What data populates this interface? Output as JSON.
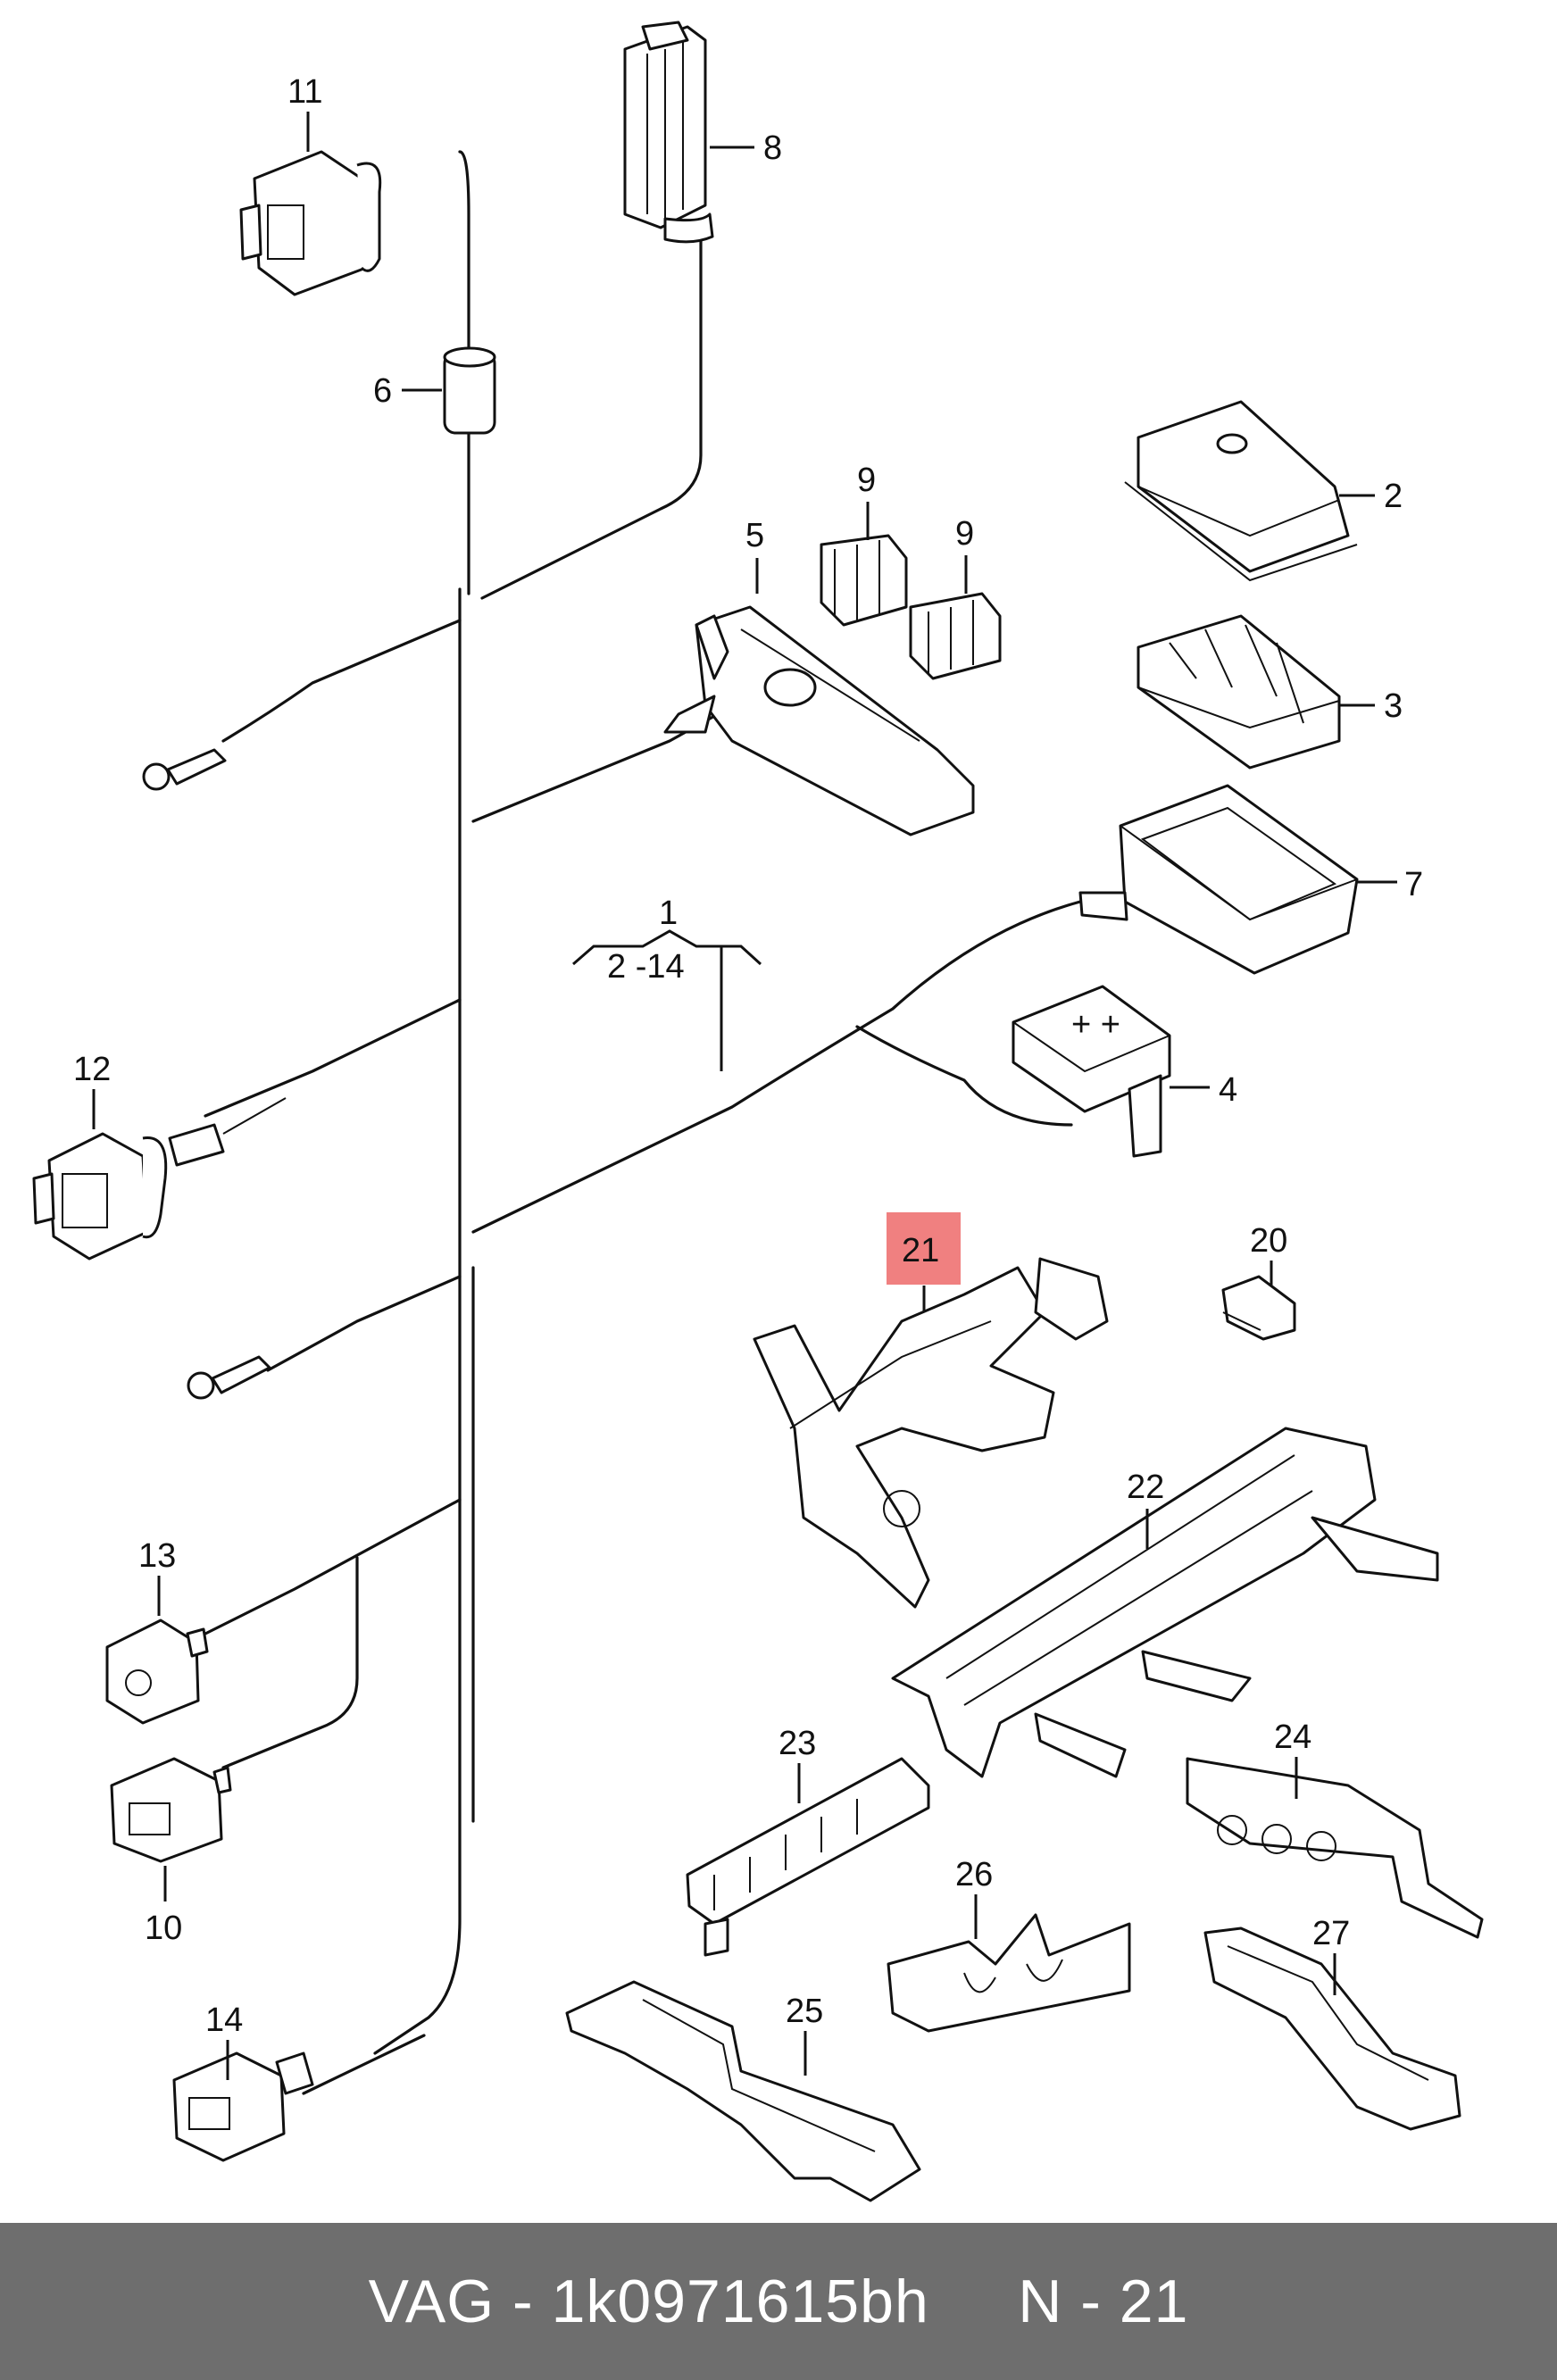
{
  "labels": {
    "l1": "1",
    "l1sub": "2 -14",
    "l2": "2",
    "l3": "3",
    "l4": "4",
    "l5": "5",
    "l6": "6",
    "l7": "7",
    "l8": "8",
    "l9a": "9",
    "l9b": "9",
    "l10": "10",
    "l11": "11",
    "l12": "12",
    "l13": "13",
    "l14": "14",
    "l20": "20",
    "l21": "21",
    "l22": "22",
    "l23": "23",
    "l24": "24",
    "l25": "25",
    "l26": "26",
    "l27": "27"
  },
  "highlight_color": "#f08080",
  "footer": {
    "brand": "VAG",
    "part_number": "1k0971615bh",
    "position": "N - 21",
    "text": "VAG - 1k0971615bh     N - 21"
  }
}
